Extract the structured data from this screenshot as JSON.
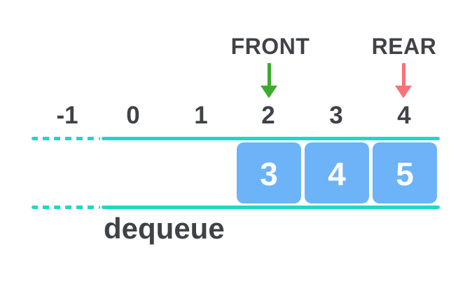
{
  "diagram": {
    "front_pointer": {
      "label": "FRONT",
      "points_to_index": "2"
    },
    "rear_pointer": {
      "label": "REAR",
      "points_to_index": "4"
    },
    "index_labels": [
      "-1",
      "0",
      "1",
      "2",
      "3",
      "4"
    ],
    "cells": [
      {
        "index": "2",
        "value": "3"
      },
      {
        "index": "3",
        "value": "4"
      },
      {
        "index": "4",
        "value": "5"
      }
    ],
    "operation_label": "dequeue",
    "colors": {
      "rail_teal": "#1fd7c6",
      "cell_blue": "#6cb3f8",
      "front_green": "#3cac2b",
      "rear_pink": "#f8737a",
      "text_dark": "#3f4348",
      "cell_text": "#ffffff"
    }
  }
}
